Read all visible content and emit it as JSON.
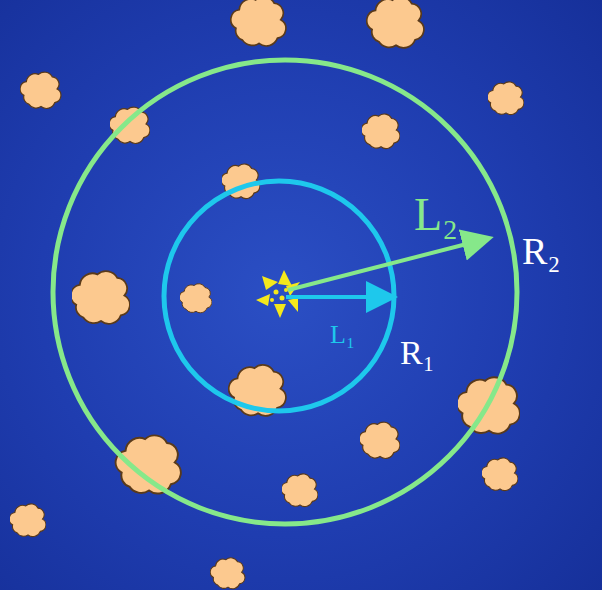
{
  "diagram": {
    "labels": [
      "L₂",
      "R₂",
      "L₁",
      "R₁"
    ]
  }
}
